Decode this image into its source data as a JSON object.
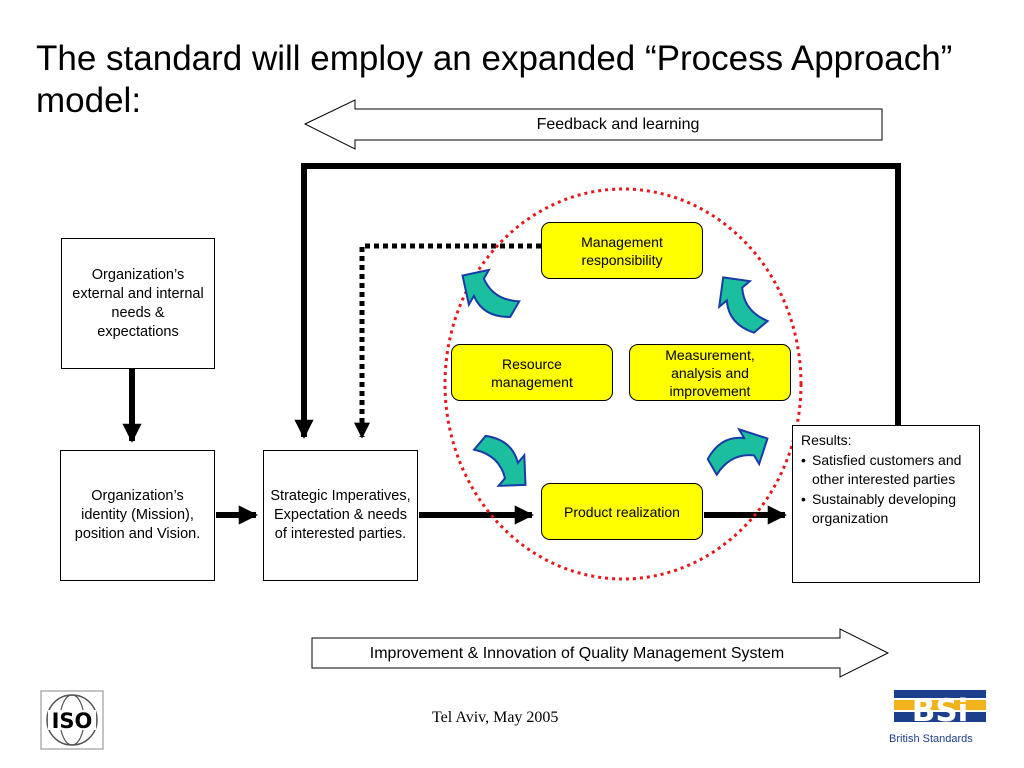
{
  "title": "The standard will employ an expanded “Process Approach” model:",
  "feedback_banner": "Feedback and learning",
  "improvement_banner": "Improvement & Innovation of Quality Management System",
  "boxes": {
    "external_needs": "Organization’s external and internal needs & expectations",
    "identity": "Organization’s identity (Mission), position and Vision.",
    "strategic": "Strategic Imperatives, Expectation & needs of interested parties.",
    "management": "Management responsibility",
    "resource": "Resource management",
    "measurement": "Measurement, analysis and improvement",
    "product": "Product realization"
  },
  "results": {
    "heading": "Results:",
    "items": [
      "Satisfied customers and other interested parties",
      "Sustainably developing organization"
    ]
  },
  "footer": "Tel Aviv, May 2005",
  "logos": {
    "iso": "ISO",
    "bsi": "BSi",
    "bsi_caption": "British Standards"
  },
  "colors": {
    "process_box": "#ffff00",
    "curved_arrow": "#1bbfa0",
    "dotted_circle": "#e8171b",
    "bsi_blue": "#1c3f8c",
    "bsi_gold": "#f2b21c"
  }
}
